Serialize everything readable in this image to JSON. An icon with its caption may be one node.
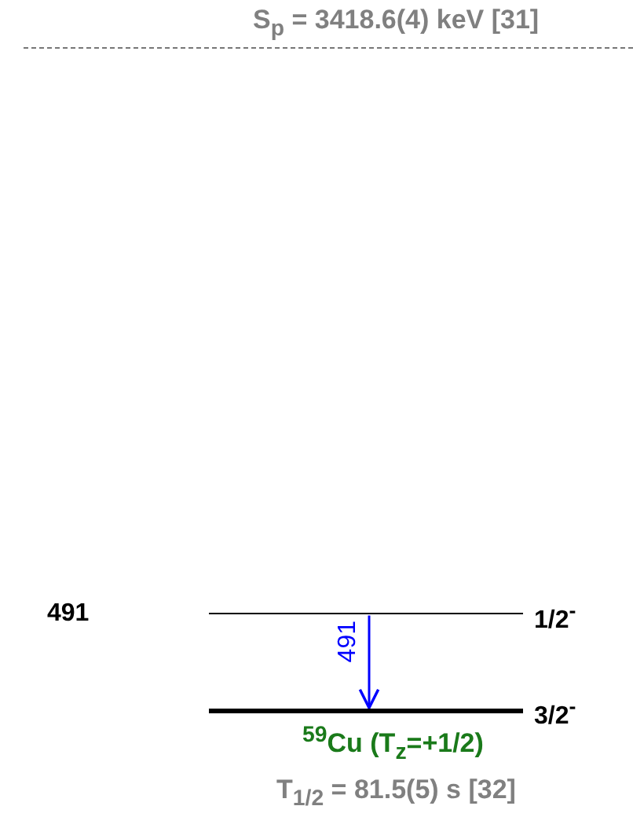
{
  "diagram": {
    "nodes": [
      {
        "text": [],
        "shape": "bar",
        "beside": [
          "S$_{p}$ = 3418.6(4) keV [31]"
        ]
      },
      {
        "text": [],
        "shape": "bar",
        "beside": [
          "491",
          "1/2$^{-}$"
        ]
      },
      {
        "text": [],
        "shape": "bar",
        "beside": [
          "3/2$^{-}$",
          "$^{59}$Cu (T$_{z}$=+1/2)",
          "T$_{1/2}$ = 81.5(5) s [32]"
        ]
      }
    ],
    "edges": [
      {
        "from": 1,
        "to": 2,
        "arrow": "to",
        "label": "491",
        "color": "#0000ff"
      }
    ]
  }
}
